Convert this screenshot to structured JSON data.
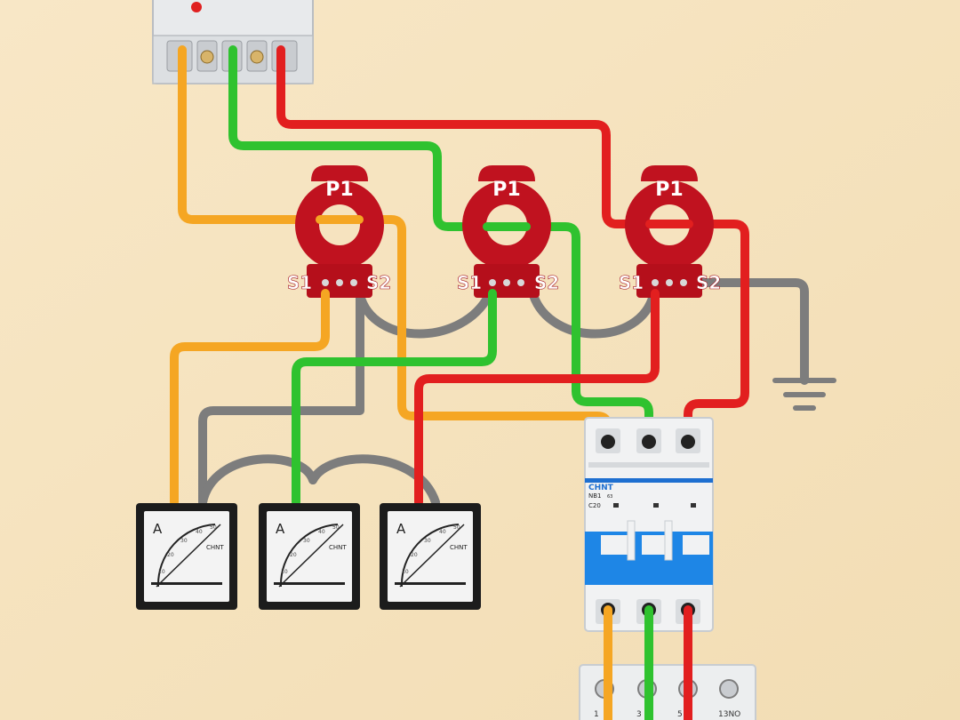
{
  "colors": {
    "background": "#f6e3bf",
    "wire_l1": "#f5a623",
    "wire_l2": "#2fc22f",
    "wire_l3": "#e21f1f",
    "wire_return": "#8a8a8a",
    "ct_body": "#c0121f"
  },
  "current_transformers": [
    {
      "primary_label": "P1",
      "s1_label": "S1",
      "s2_label": "S2"
    },
    {
      "primary_label": "P1",
      "s1_label": "S1",
      "s2_label": "S2"
    },
    {
      "primary_label": "P1",
      "s1_label": "S1",
      "s2_label": "S2"
    }
  ],
  "breaker": {
    "brand": "CHNT",
    "model": "NB1",
    "sub_model": "63",
    "rating": "C20"
  },
  "ammeters": [
    {
      "unit": "A",
      "brand": "CHNT",
      "ticks": [
        "10",
        "20",
        "30",
        "40",
        "50"
      ]
    },
    {
      "unit": "A",
      "brand": "CHNT",
      "ticks": [
        "10",
        "20",
        "30",
        "40",
        "50"
      ]
    },
    {
      "unit": "A",
      "brand": "CHNT",
      "ticks": [
        "10",
        "20",
        "30",
        "40",
        "50"
      ]
    }
  ],
  "contactor": {
    "terminal_labels": [
      "1",
      "3",
      "5",
      "13NO"
    ]
  },
  "icons": [
    "ground-icon",
    "meter-needle-icon",
    "screw-terminal-icon"
  ]
}
